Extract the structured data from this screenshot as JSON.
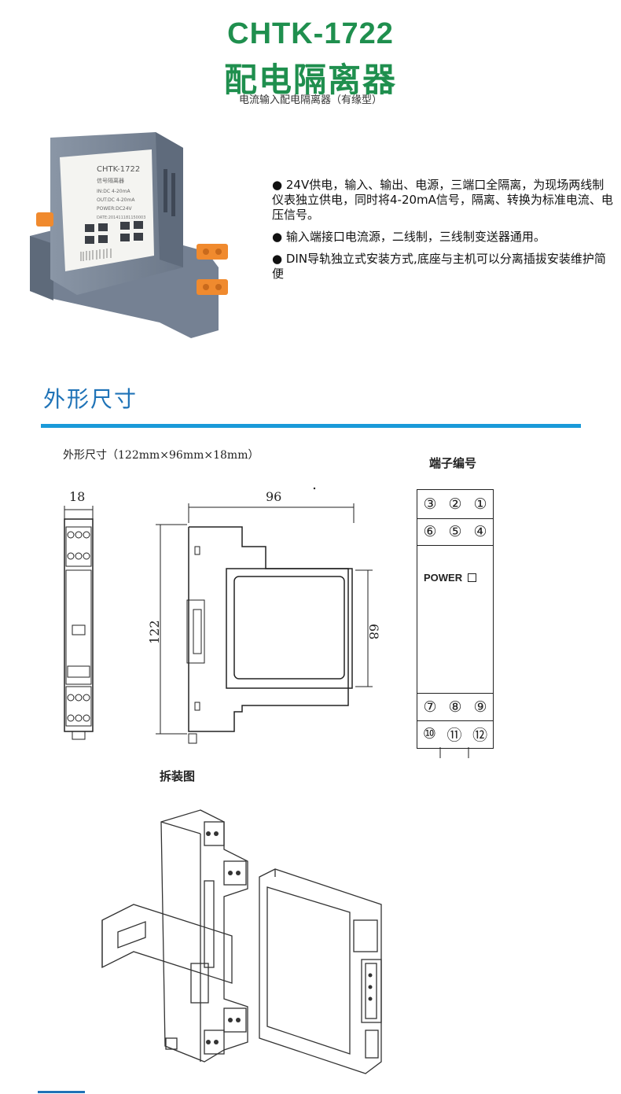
{
  "header": {
    "model": "CHTK-1722",
    "name": "配电隔离器",
    "subtitle": "电流输入配电隔离器（有缘型）"
  },
  "product_label": {
    "model": "CHTK-1722",
    "line1": "信号隔离器",
    "line2": "IN:DC 4-20mA",
    "line3": "OUT:DC 4-20mA",
    "line4": "POWER:DC24V",
    "line5": "DATE:201411181150003"
  },
  "features": [
    "● 24V供电，输入、输出、电源，三端口全隔离，为现场两线制仪表独立供电，同时将4-20mA信号，隔离、转换为标准电流、电压信号。",
    "● 输入端接口电流源，二线制，三线制变送器通用。",
    "● DIN导轨独立式安装方式,底座与主机可以分离插拔安装维护简便"
  ],
  "section": {
    "title": "外形尺寸"
  },
  "dimensions": {
    "caption": "外形尺寸（122mm×96mm×18mm）",
    "width": "18",
    "depth": "96",
    "height": "122",
    "inner": "68"
  },
  "terminals": {
    "title": "端子编号",
    "row1": [
      "③",
      "②",
      "①"
    ],
    "row2": [
      "⑥",
      "⑤",
      "④"
    ],
    "power": "POWER",
    "row3": [
      "⑦",
      "⑧",
      "⑨"
    ],
    "row4": [
      "⑩",
      "⑪",
      "⑫"
    ]
  },
  "assembly": {
    "title": "拆装图"
  },
  "colors": {
    "heading_green": "#1f8f4e",
    "section_blue": "#1f73b7",
    "rule_blue": "#1a9ad9",
    "terminal_orange": "#f08a2e",
    "housing_gray": "#7b8797"
  }
}
